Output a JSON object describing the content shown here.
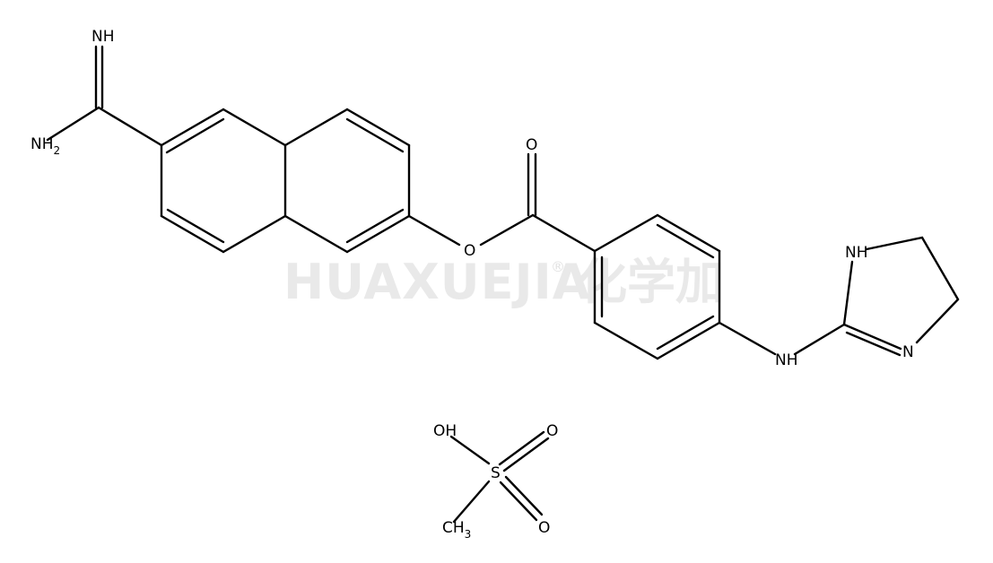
{
  "watermark": {
    "text": "HUAXUEJIA",
    "registered": "®",
    "chinese": "化学加"
  },
  "atoms": {
    "imine_nh": "NH",
    "amine_nh2_main": "NH",
    "amine_nh2_sub": "2",
    "ester_o": "O",
    "carbonyl_o": "O",
    "ring_nh": "NH",
    "ring_n": "N",
    "linker_nh": "NH",
    "sulfonic_oh": "OH",
    "sulfur": "S",
    "sulfonyl_o1": "O",
    "sulfonyl_o2": "O",
    "methyl_main": "CH",
    "methyl_sub": "3"
  }
}
